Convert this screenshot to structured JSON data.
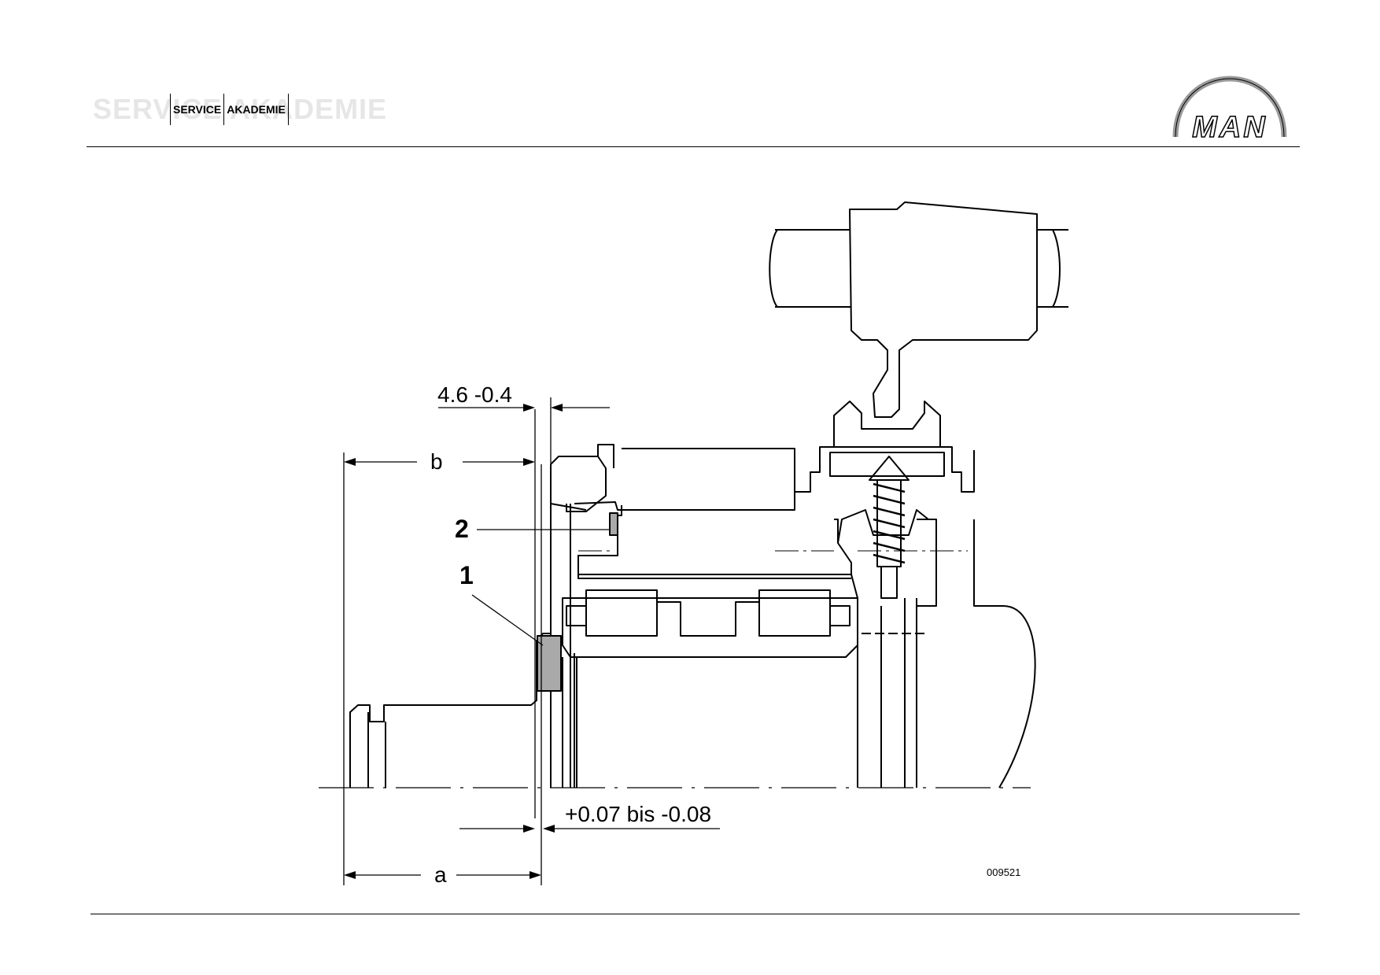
{
  "header": {
    "watermark": "SERVICE AKADEMIE",
    "brand_service": "SERVICE",
    "brand_akademie": "AKADEMIE",
    "logo_text": "MAN"
  },
  "drawing": {
    "dim_top": "4.6 -0.4",
    "dim_b": "b",
    "dim_a": "a",
    "dim_tolerance": "+0.07 bis -0.08",
    "callout_1": "1",
    "callout_2": "2",
    "drawing_number": "009521"
  },
  "colors": {
    "line": "#000000",
    "part_fill": "#a9a9a9",
    "watermark": "#e6e6e6"
  }
}
